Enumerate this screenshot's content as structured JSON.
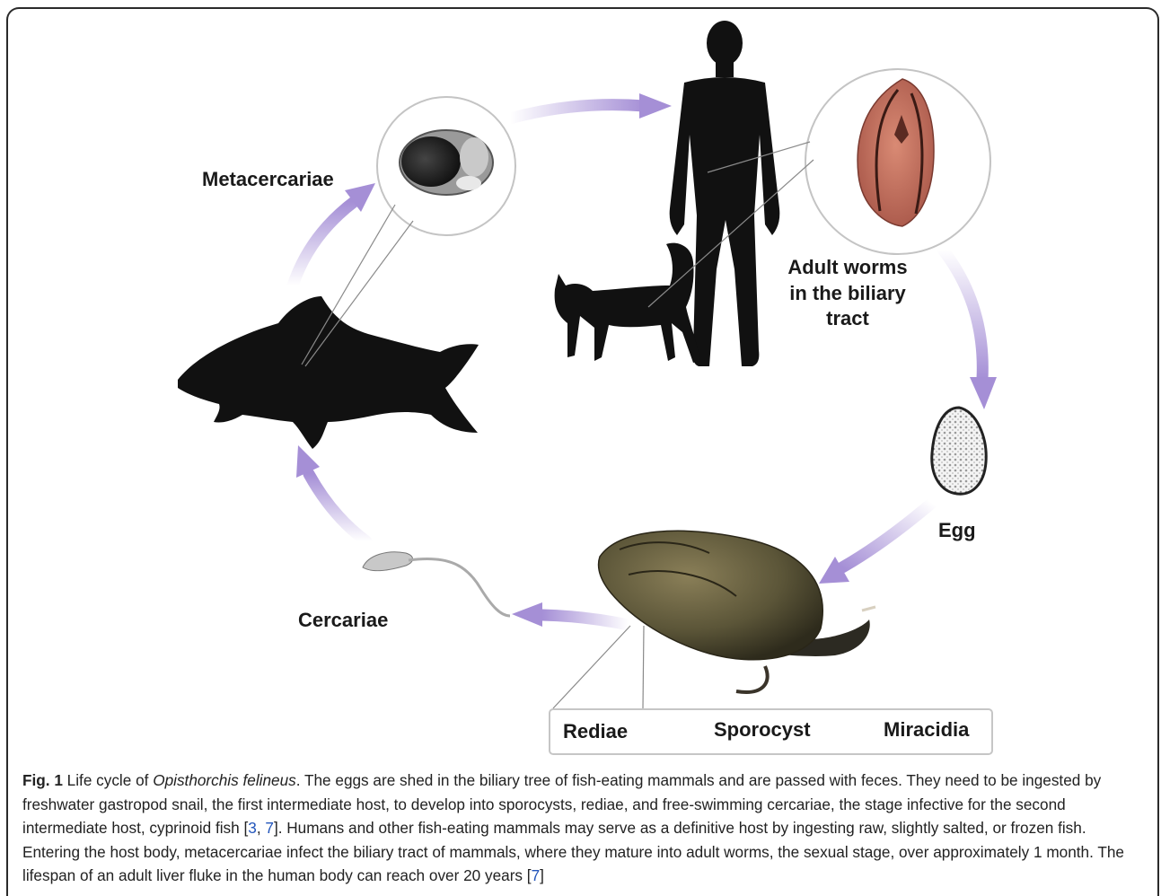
{
  "diagram": {
    "labels": {
      "metacercariae": "Metacercariae",
      "adult_worms_line1": "Adult worms",
      "adult_worms_line2": "in the biliary",
      "adult_worms_line3": "tract",
      "egg": "Egg",
      "cercariae": "Cercariae",
      "rediae": "Rediae",
      "sporocyst": "Sporocyst",
      "miracidia": "Miracidia"
    },
    "colors": {
      "arrow": "#a58fd6",
      "silhouette": "#111111",
      "worm": "#c0725e",
      "snail_shell": "#6b6245",
      "egg_outline": "#222222"
    },
    "icons": [
      "human-silhouette-icon",
      "cat-silhouette-icon",
      "fish-silhouette-icon",
      "snail-icon",
      "egg-icon",
      "adult-worm-icon",
      "metacercaria-icon",
      "cercaria-icon"
    ]
  },
  "caption": {
    "fig_label": "Fig. 1",
    "t1": " Life cycle of ",
    "species": "Opisthorchis felineus",
    "t2": ". The eggs are shed in the biliary tree of fish-eating mammals and are passed with feces. They need to be ingested by freshwater gastropod snail, the first intermediate host, to develop into sporocysts, rediae, and free-swimming cercariae, the stage infective for the second intermediate host, cyprinoid fish [",
    "ref1": "3",
    "t3": ", ",
    "ref2": "7",
    "t4": "]. Humans and other fish-eating mammals may serve as a definitive host by ingesting raw, slightly salted, or frozen fish. Entering the host body, metacercariae infect the biliary tract of mammals, where they mature into adult worms, the sexual stage, over approximately 1 month. The lifespan of an adult liver fluke in the human body can reach over 20 years [",
    "ref3": "7",
    "t5": "]"
  }
}
